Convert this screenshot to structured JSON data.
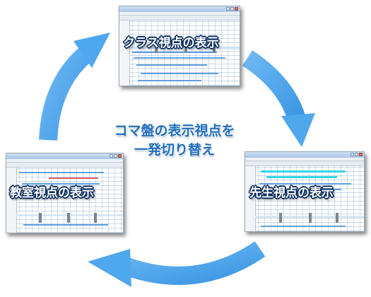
{
  "colors": {
    "arrow": "#4fa7ee",
    "caption_text": "#ffffff",
    "caption_outline": "#0b2d5e",
    "center_text": "#1f6dbb"
  },
  "nodes": {
    "class_view": {
      "label": "クラス視点の表示"
    },
    "teacher_view": {
      "label": "先生視点の表示"
    },
    "classroom_view": {
      "label": "教室視点の表示"
    }
  },
  "center": {
    "line1": "コマ盤の表示視点を",
    "line2": "一発切り替え"
  }
}
